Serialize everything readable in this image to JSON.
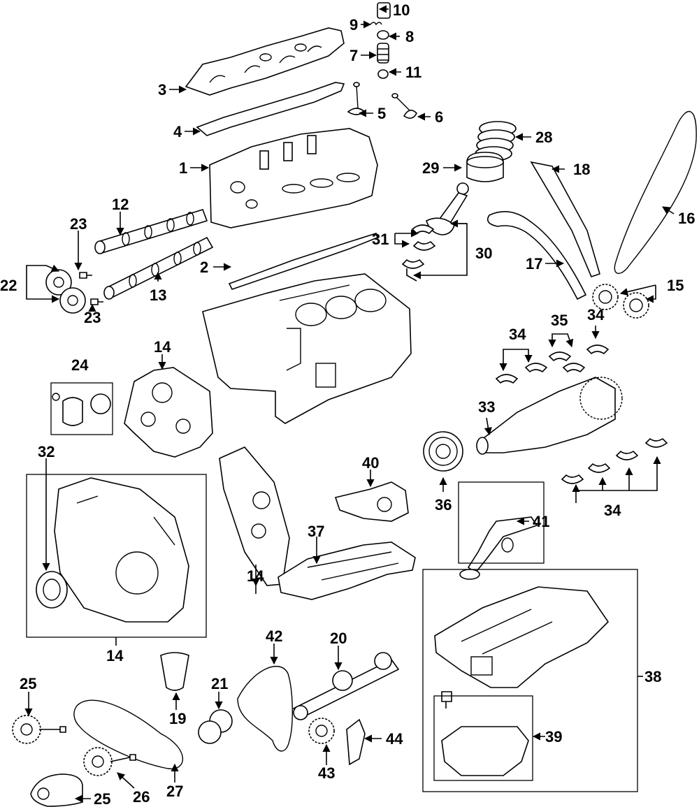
{
  "diagram": {
    "callouts": {
      "c1": "1",
      "c2": "2",
      "c3": "3",
      "c4": "4",
      "c5": "5",
      "c6": "6",
      "c7": "7",
      "c8": "8",
      "c9": "9",
      "c10": "10",
      "c11": "11",
      "c12": "12",
      "c13": "13",
      "c14a": "14",
      "c14b": "14",
      "c14c": "14",
      "c15": "15",
      "c16": "16",
      "c17": "17",
      "c18": "18",
      "c19": "19",
      "c20": "20",
      "c21": "21",
      "c22": "22",
      "c23a": "23",
      "c23b": "23",
      "c24": "24",
      "c25a": "25",
      "c25b": "25",
      "c26": "26",
      "c27": "27",
      "c28": "28",
      "c29": "29",
      "c30": "30",
      "c31": "31",
      "c32": "32",
      "c33": "33",
      "c34a": "34",
      "c34b": "34",
      "c34c": "34",
      "c35": "35",
      "c36": "36",
      "c37": "37",
      "c38": "38",
      "c39": "39",
      "c40": "40",
      "c41": "41",
      "c42": "42",
      "c43": "43",
      "c44": "44"
    }
  }
}
